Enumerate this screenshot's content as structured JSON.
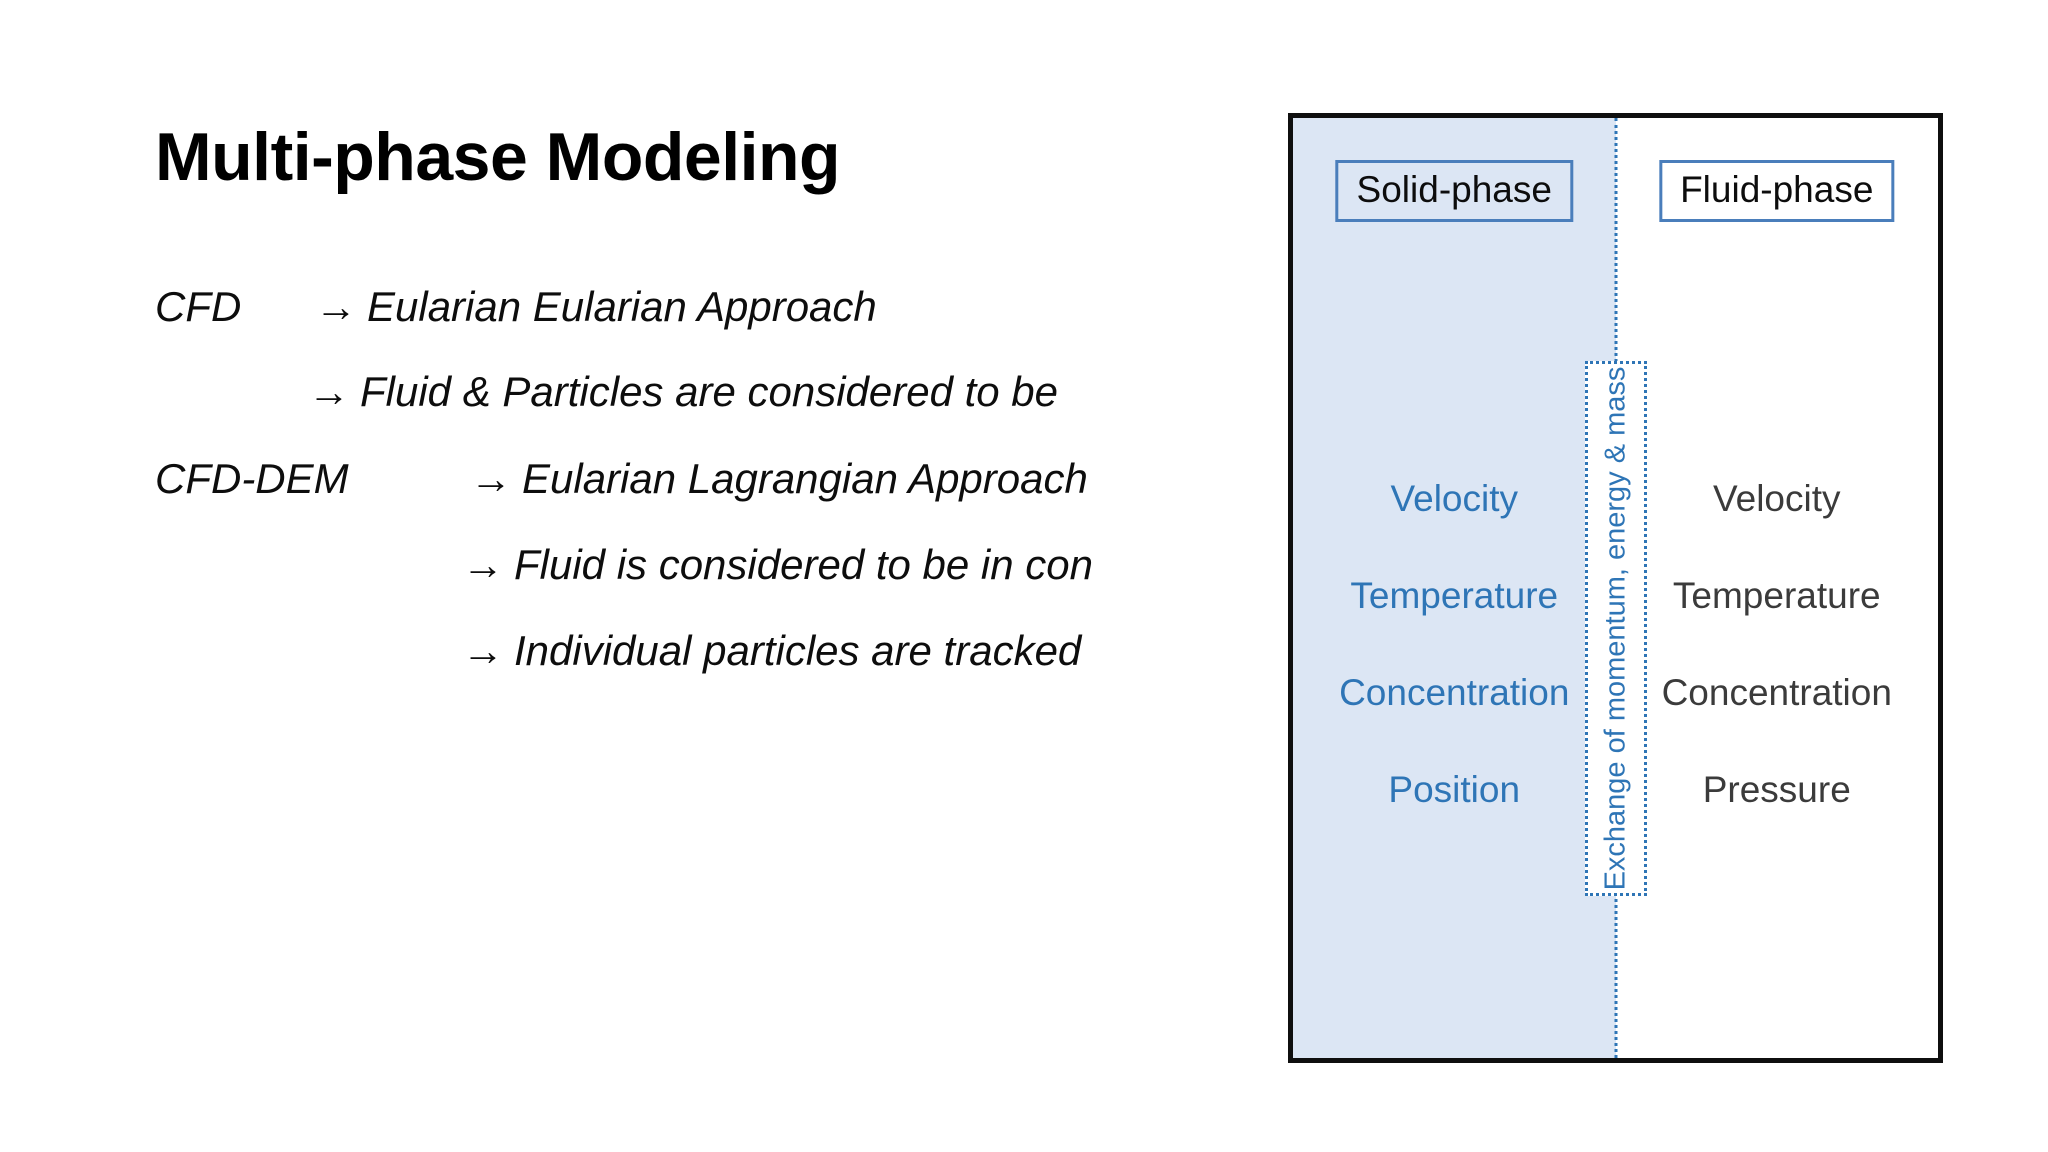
{
  "slide": {
    "title": "Multi-phase Modeling",
    "arrow_glyph": "→",
    "body_lines": [
      {
        "label": "CFD",
        "arrow": "→",
        "text": "Eularian Eularian Approach"
      },
      {
        "label": "",
        "arrow": "→",
        "text": "Fluid & Particles are considered to be"
      },
      {
        "label": "CFD-DEM",
        "arrow": "→",
        "text": "Eularian Lagrangian Approach"
      },
      {
        "label": "",
        "arrow": "→",
        "text": "Fluid is considered to be in con"
      },
      {
        "label": "",
        "arrow": "→",
        "text": "Individual particles are tracked"
      }
    ]
  },
  "diagram": {
    "solid_phase": {
      "header": "Solid-phase",
      "properties": [
        "Velocity",
        "Temperature",
        "Concentration",
        "Position"
      ]
    },
    "fluid_phase": {
      "header": "Fluid-phase",
      "properties": [
        "Velocity",
        "Temperature",
        "Concentration",
        "Pressure"
      ]
    },
    "exchange_label": "Exchange of momentum, energy & mass",
    "colors": {
      "solid_fill": "#dce6f4",
      "fluid_fill": "#ffffff",
      "accent_blue": "#2e75b6",
      "header_border": "#4a7ebb",
      "outer_border": "#0f0f0f",
      "fluid_text": "#3b3b3b"
    }
  }
}
